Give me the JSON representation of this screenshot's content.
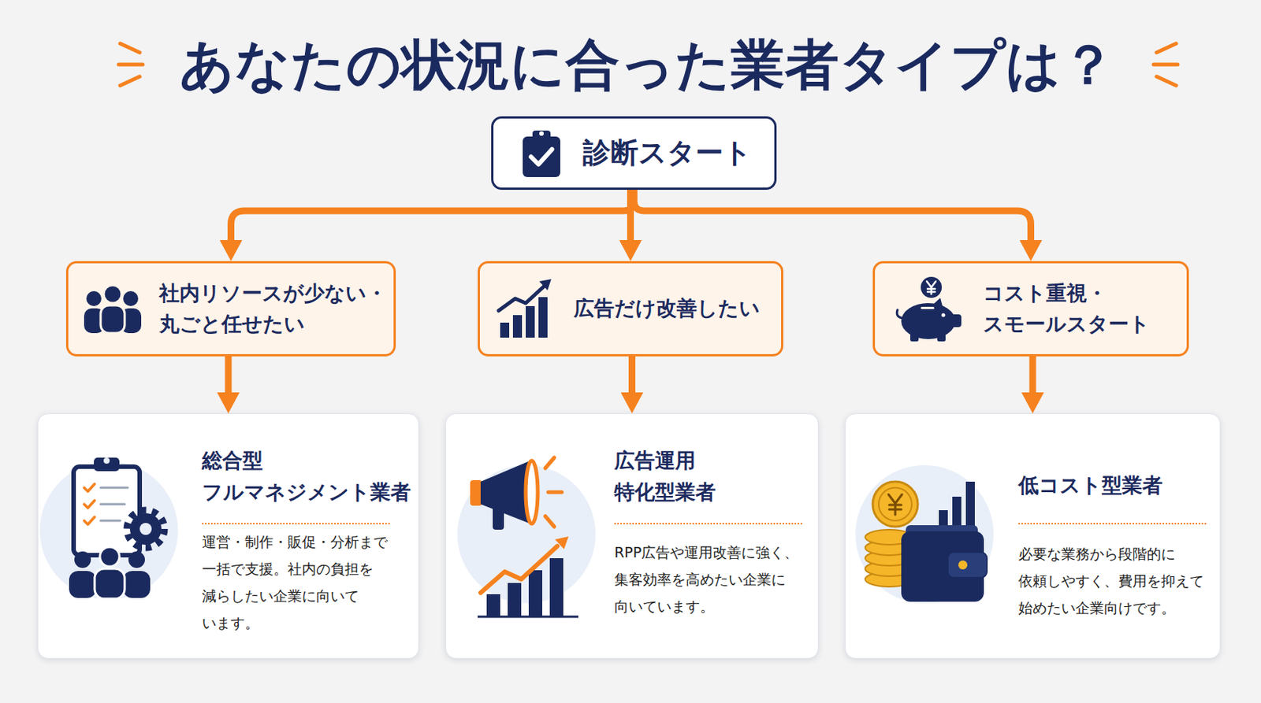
{
  "diagram": {
    "title": "あなたの状況に合った業者タイプは？",
    "nodes": [
      {
        "text": [
          "診断スタート"
        ]
      },
      {
        "text": [
          "社内リソースが少ない・ 丸ごと任せたい"
        ]
      },
      {
        "text": [
          "広告だけ改善したい"
        ]
      },
      {
        "text": [
          "コスト重視・ スモールスタート"
        ]
      },
      {
        "text": [
          "総合型 フルマネジメント業者",
          "運営・制作・販促・分析まで 一括で支援。社内の負担を 減らしたい企業に向いて います。"
        ]
      },
      {
        "text": [
          "広告運用 特化型業者",
          "RPP広告や運用改善に強く、 集客効率を高めたい企業に 向いています。"
        ]
      },
      {
        "text": [
          "低コスト型業者",
          "必要な業務から段階的に 依頼しやすく、費用を抑えて 始めたい企業向けです。"
        ]
      }
    ],
    "edges": [
      {
        "from": 0,
        "to": 1,
        "arrow": "to"
      },
      {
        "from": 0,
        "to": 2,
        "arrow": "to"
      },
      {
        "from": 0,
        "to": 3,
        "arrow": "to"
      },
      {
        "from": 1,
        "to": 4,
        "arrow": "to"
      },
      {
        "from": 2,
        "to": 5,
        "arrow": "to"
      },
      {
        "from": 3,
        "to": 6,
        "arrow": "to"
      }
    ]
  }
}
